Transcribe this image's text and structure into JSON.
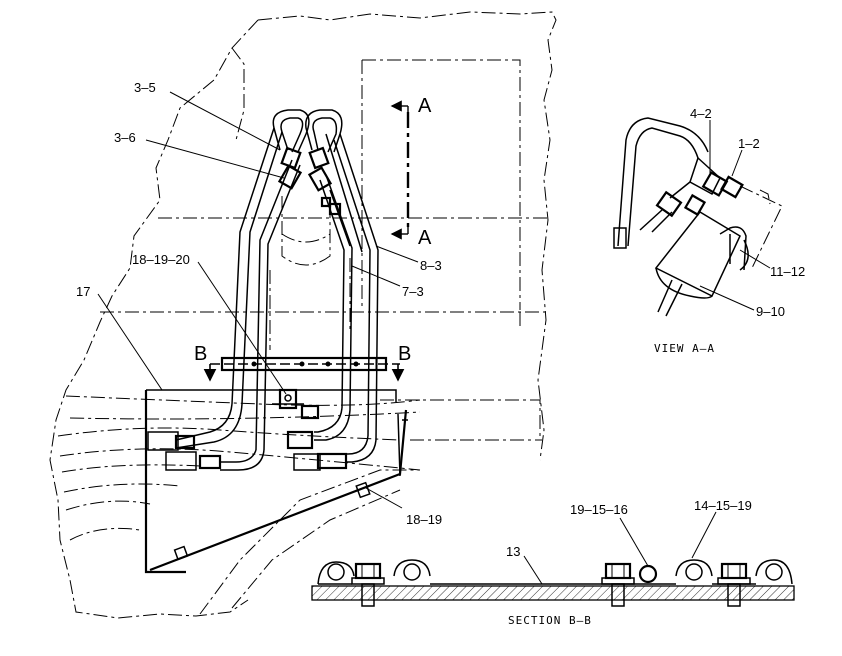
{
  "callouts": {
    "c_3_5": "3–5",
    "c_3_6": "3–6",
    "c_4_2": "4–2",
    "c_1_2": "1–2",
    "c_18_19_20": "18–19–20",
    "c_17": "17",
    "c_8_3": "8–3",
    "c_7_3": "7–3",
    "c_11_12": "11–12",
    "c_9_10": "9–10",
    "c_18_19": "18–19",
    "c_19_15_16": "19–15–16",
    "c_14_15_19": "14–15–19",
    "c_13": "13"
  },
  "section_markers": {
    "a_top": "A",
    "a_bottom": "A",
    "b_left": "B",
    "b_right": "B"
  },
  "captions": {
    "view_a_a": "VIEW A–A",
    "section_b_b": "SECTION B–B"
  }
}
